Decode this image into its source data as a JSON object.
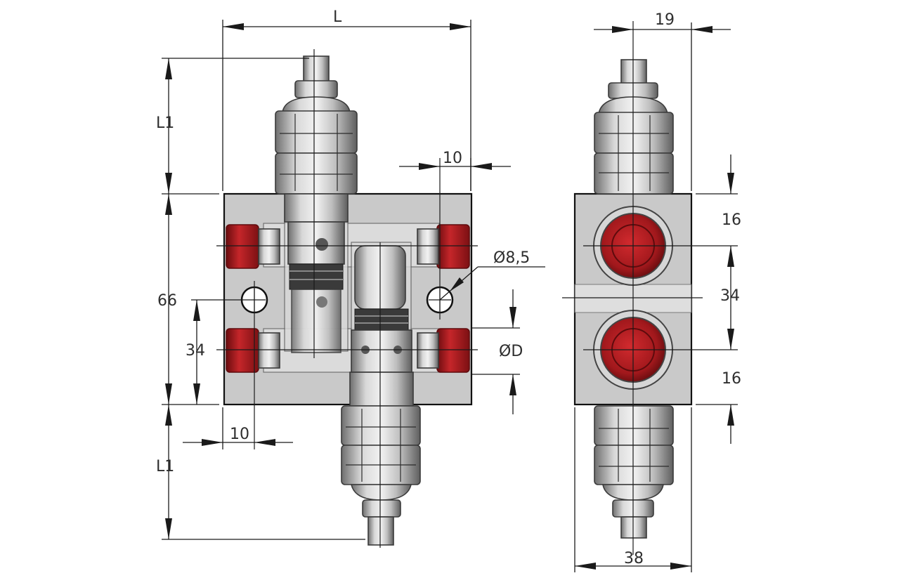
{
  "views": {
    "front": {
      "dim_length": "L",
      "dim_top_cartridge": "L1",
      "dim_bottom_cartridge": "L1",
      "dim_body_height": "66",
      "dim_hole_spacing": "34",
      "dim_hole_edge_bottom": "10",
      "dim_hole_edge_right": "10",
      "dim_hole_diameter": "Ø8,5",
      "dim_port_diameter": "ØD"
    },
    "side": {
      "dim_half_width": "19",
      "dim_width": "38",
      "dim_port_top_offset": "16",
      "dim_port_spacing": "34",
      "dim_port_bottom_offset": "16"
    }
  },
  "colors": {
    "body": "#c9c9c9",
    "port_cap": "#a1181c",
    "steel": "#b8b8b8",
    "line": "#1a1a1a"
  }
}
